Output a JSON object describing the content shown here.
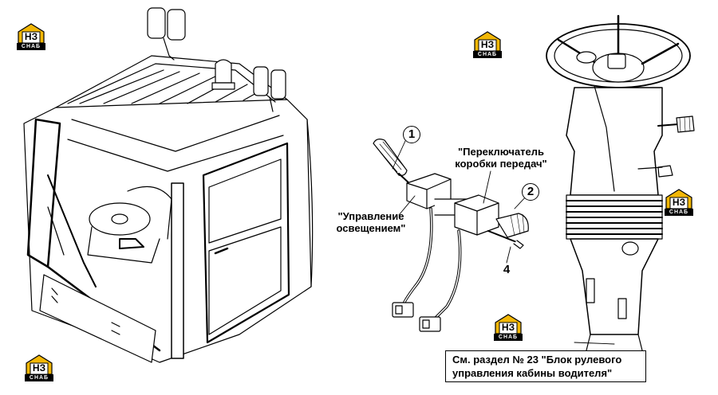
{
  "labels": {
    "lighting_control": "\"Управление\nосвещением\"",
    "gear_switch": "\"Переключатель\nкоробки передач\"",
    "reference_line1": "См. раздел № 23 \"Блок рулевого",
    "reference_line2": "управления кабины водителя\""
  },
  "callouts": {
    "item1": "1",
    "item2": "2",
    "item4": "4"
  },
  "watermark": {
    "caption": "СНАБ",
    "mark": "НЗ",
    "color_yellow": "#f2b705",
    "color_black": "#000000"
  }
}
